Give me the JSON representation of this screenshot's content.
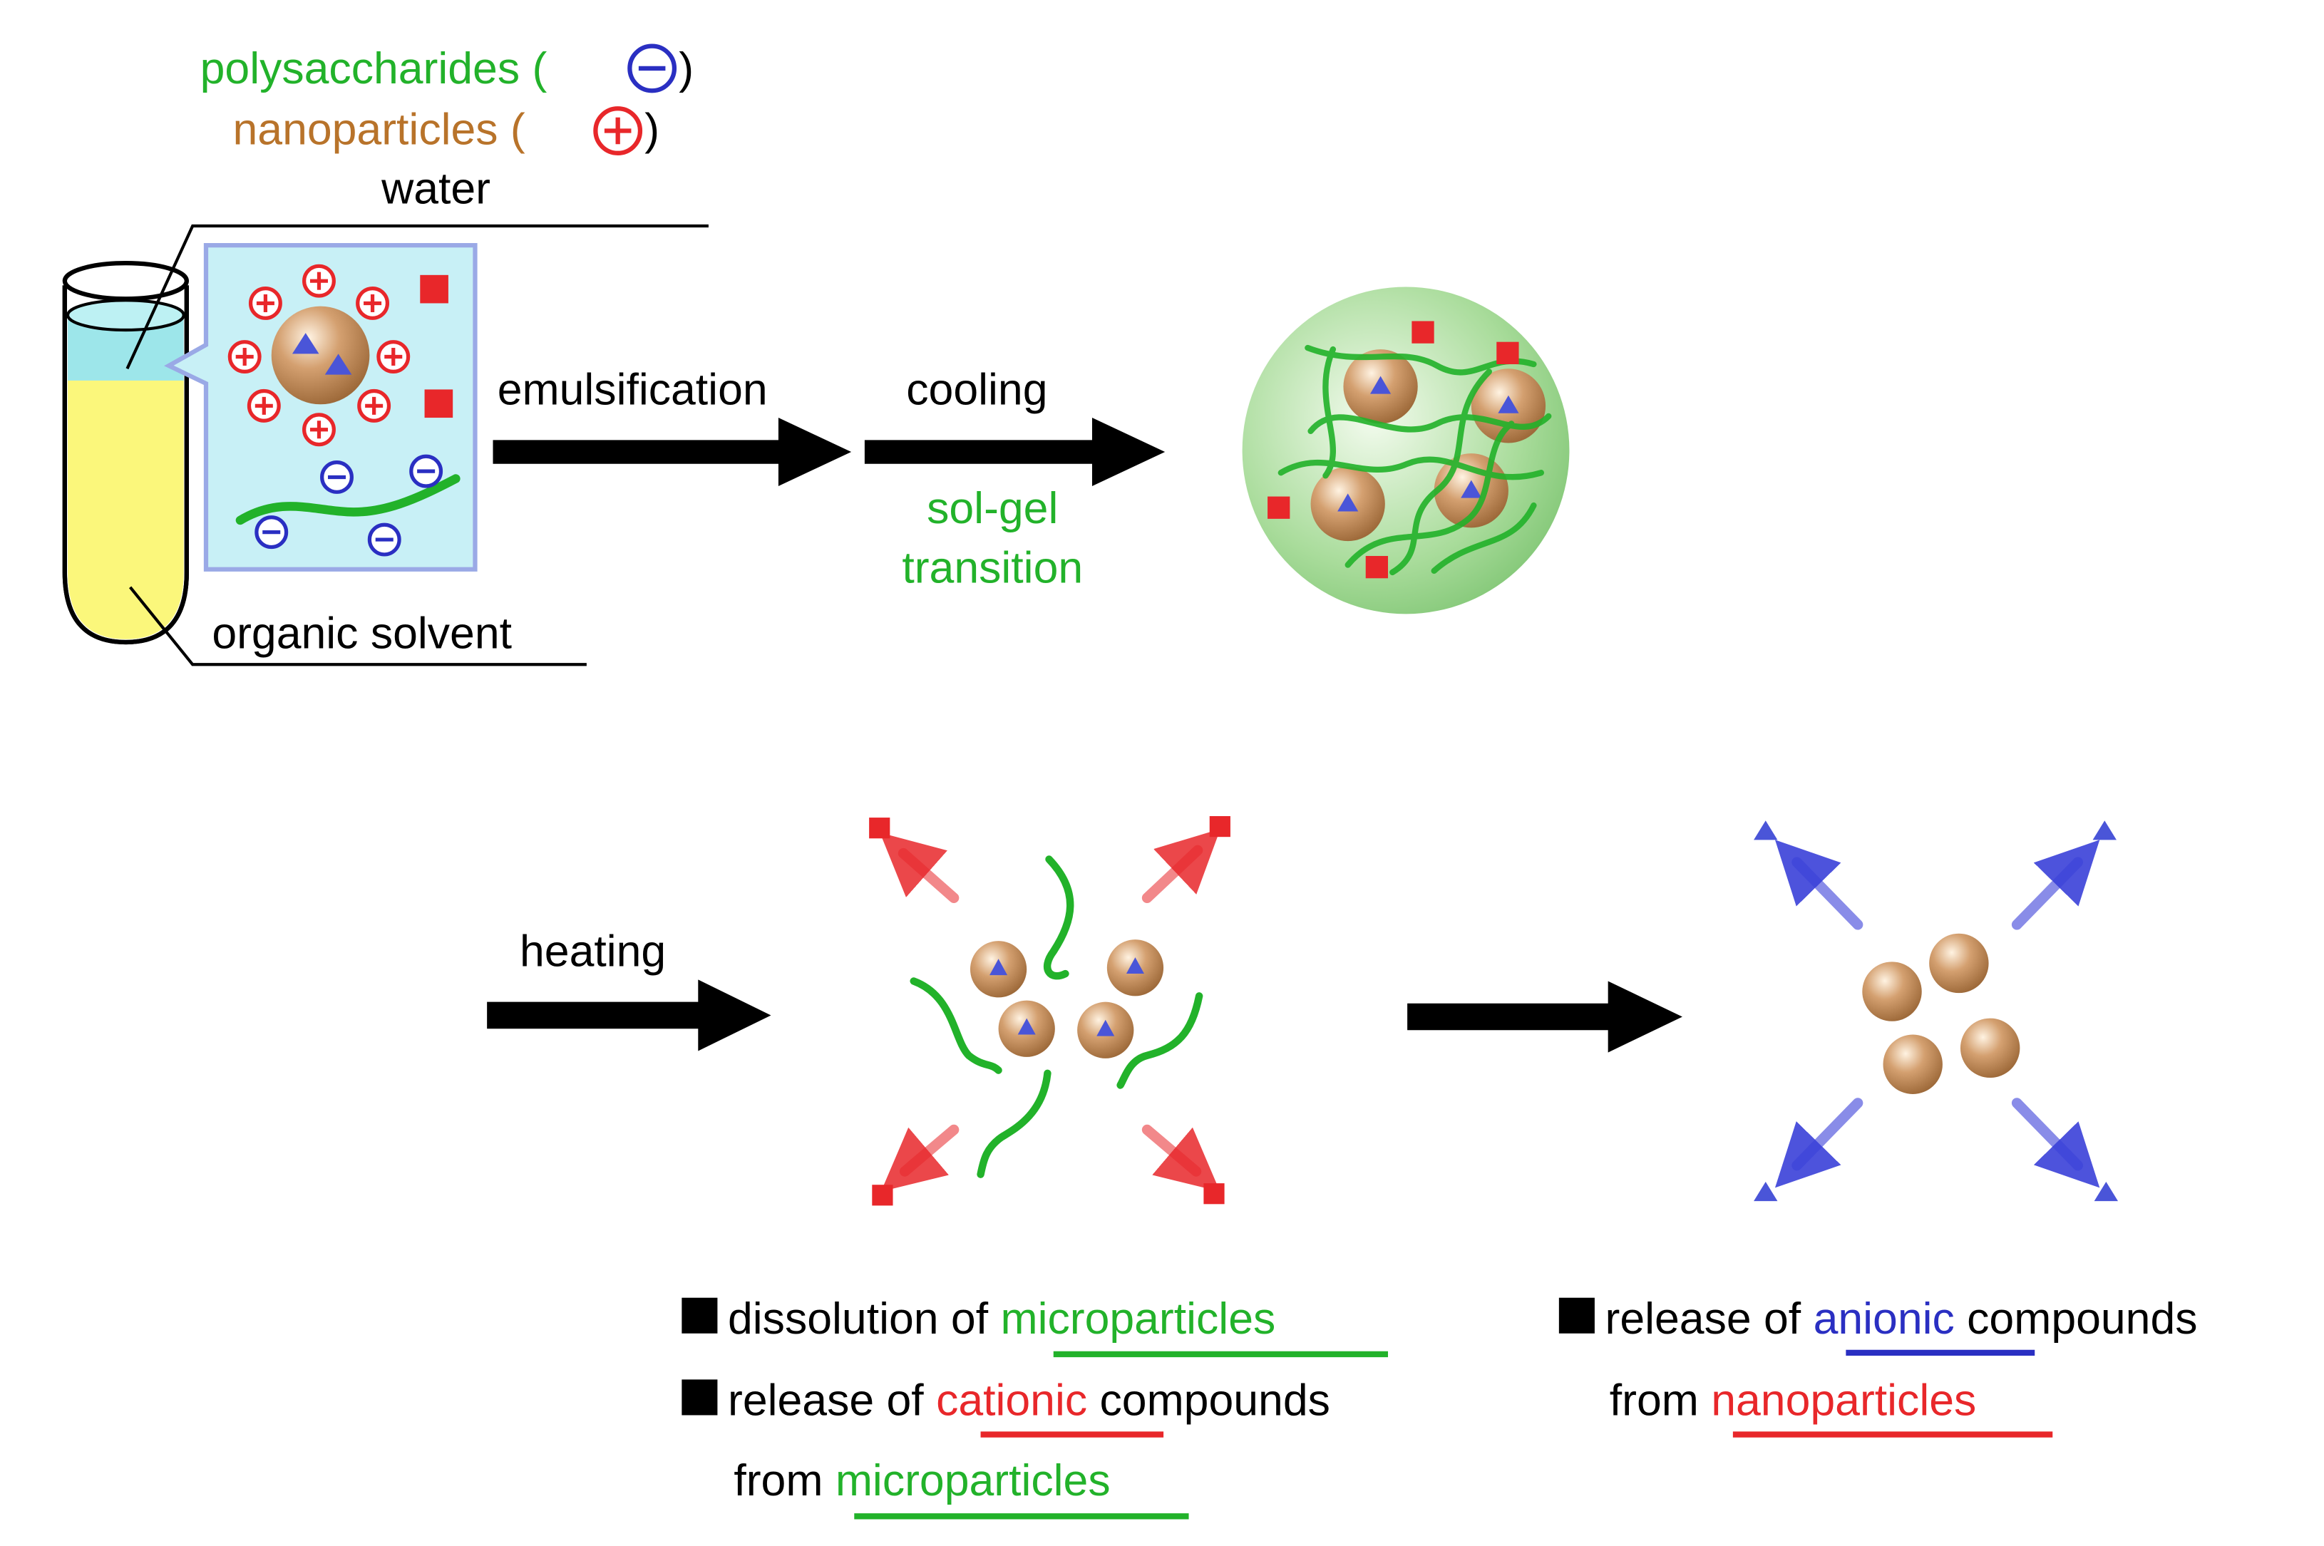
{
  "legend": {
    "polysaccharides_label": "polysaccharides (",
    "nanoparticles_label": "nanoparticles (",
    "close_paren": ")",
    "polysaccharides_color": "#22b22a",
    "nanoparticles_color": "#b8732a"
  },
  "labels": {
    "water": "water",
    "organic_solvent": "organic solvent",
    "emulsification": "emulsification",
    "cooling": "cooling",
    "sol_gel": "sol-gel",
    "transition": "transition",
    "heating": "heating"
  },
  "notes_left": {
    "line1_pre": "dissolution of ",
    "line1_hl": "microparticles",
    "line2_pre": "release of ",
    "line2_hl": "cationic",
    "line2_post": " compounds",
    "line3_pre": "from ",
    "line3_hl": "microparticles"
  },
  "notes_right": {
    "line1_pre": "release of ",
    "line1_hl": "anionic",
    "line1_post": " compounds",
    "line2_pre": "from ",
    "line2_hl": "nanoparticles"
  },
  "colors": {
    "green": "#22b22a",
    "red": "#e8272a",
    "blue": "#2a2fc2",
    "particle": "#c69263",
    "water_box": "#c8f0f6",
    "box_border": "#9aa9e6",
    "tube_yellow": "#fbf77b"
  },
  "icons": {
    "positive_charge": "plus-circle-icon",
    "negative_charge": "minus-circle-icon",
    "cationic_compound": "red-square-icon",
    "anionic_compound": "blue-triangle-icon"
  }
}
